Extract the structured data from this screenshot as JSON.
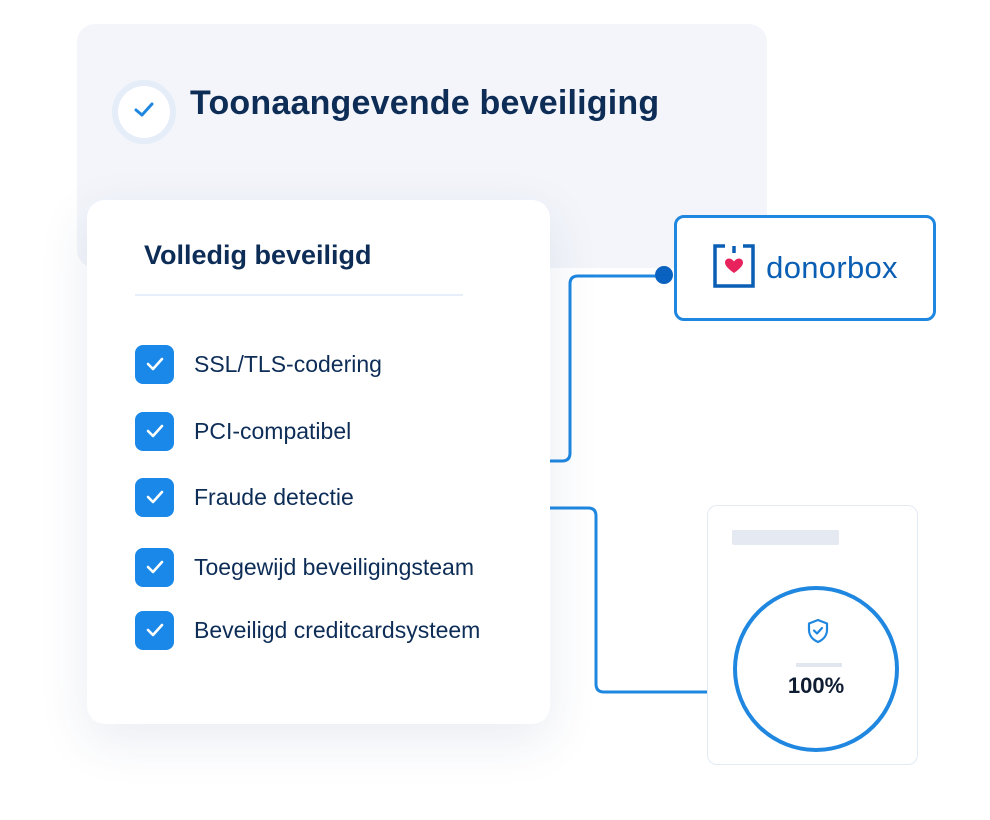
{
  "header": {
    "title": "Toonaangevende beveiliging",
    "badge_icon": "check-icon"
  },
  "security_card": {
    "title": "Volledig beveiligd",
    "items": [
      {
        "label": "SSL/TLS-codering",
        "checked": true
      },
      {
        "label": "PCI-compatibel",
        "checked": true
      },
      {
        "label": "Fraude detectie",
        "checked": true
      },
      {
        "label": "Toegewijd beveiligingsteam",
        "checked": true
      },
      {
        "label": "Beveiligd creditcardsysteem",
        "checked": true
      }
    ]
  },
  "logo": {
    "text": "donorbox",
    "icon": "box-heart-icon"
  },
  "score": {
    "value": "100%",
    "icon": "shield-check-icon"
  },
  "colors": {
    "accent": "#1f87e0",
    "navy": "#0d2d57",
    "heart": "#e8225d",
    "background_card": "#f3f5fa"
  }
}
